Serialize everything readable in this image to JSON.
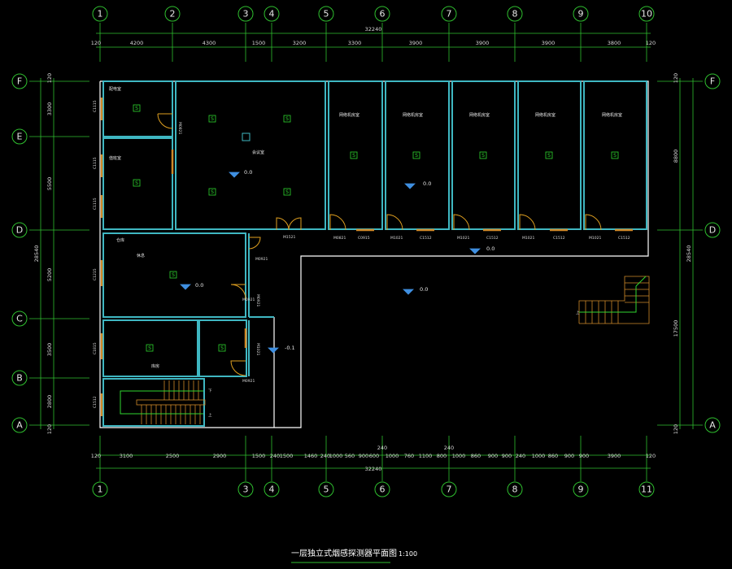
{
  "title": "一层独立式烟感探测器平面图",
  "scale": "1:100",
  "grid_top": [
    "1",
    "2",
    "3",
    "4",
    "5",
    "6",
    "7",
    "8",
    "9",
    "10"
  ],
  "grid_bottom": [
    "1",
    "3",
    "4",
    "5",
    "6",
    "7",
    "8",
    "9",
    "11"
  ],
  "grid_left": [
    "F",
    "E",
    "D",
    "C",
    "B",
    "A"
  ],
  "grid_right": [
    "F",
    "D",
    "A"
  ],
  "dims_top_total": "32240",
  "dims_top": [
    "120",
    "4200",
    "4300",
    "1500",
    "3200",
    "3300",
    "3900",
    "3900",
    "3900",
    "3800",
    "120"
  ],
  "dims_bottom_total": "32240",
  "dims_bottom": [
    "120",
    "3100",
    "2500",
    "2900",
    "1500",
    "240",
    "1500",
    "1460",
    "240",
    "1000",
    "560",
    "900",
    "600",
    "1000",
    "760",
    "1100",
    "800",
    "1000",
    "860",
    "900",
    "900",
    "240",
    "1000",
    "860",
    "900",
    "900",
    "3900",
    "120"
  ],
  "dims_bottom_upper": [
    "240",
    "240"
  ],
  "dims_left_total": "28540",
  "dims_left": [
    "120",
    "3300",
    "5500",
    "5200",
    "3500",
    "2800",
    "120"
  ],
  "dims_right_total": "28540",
  "dims_right": [
    "120",
    "8800",
    "17500",
    "120"
  ],
  "rooms": [
    "配电室",
    "值班室",
    "会议室",
    "网络机房室",
    "网络机房室",
    "网络机房室",
    "网络机房室",
    "网络机房室",
    "休息",
    "库房",
    "仓库"
  ],
  "detector_symbol": "S",
  "levels": [
    "0.0",
    "0.0",
    "0.0",
    "0.0",
    "0.0",
    "-0.1"
  ],
  "door_tags": [
    "M0821",
    "M1521",
    "M0921",
    "M0921",
    "M1021",
    "M0821",
    "M1021",
    "M1021",
    "M1021",
    "M1021",
    "M0921",
    "M0921"
  ],
  "window_tags": [
    "C1115",
    "C1115",
    "C1115",
    "C1215",
    "C1815",
    "C1512",
    "C0915",
    "C1512",
    "C1512",
    "C1512",
    "C1512"
  ],
  "stair_arrows": [
    "下",
    "上",
    "上"
  ],
  "colors": {
    "background": "#000000",
    "walls": "#3fb7c2",
    "exterior": "#ffffff",
    "axes": "#2fbf2f",
    "windows": "#d08a2a",
    "detectors": "#2fd62f",
    "level_marker": "#3f8fe0"
  }
}
